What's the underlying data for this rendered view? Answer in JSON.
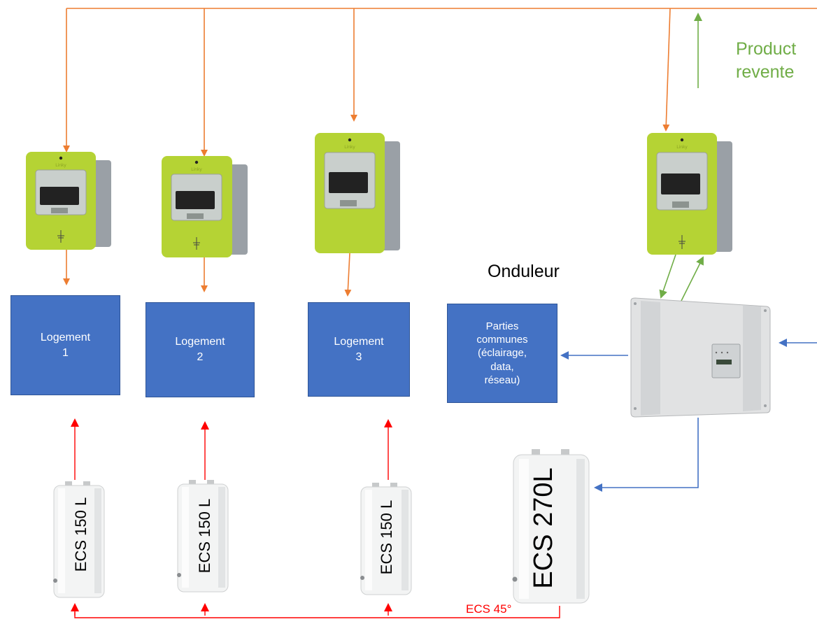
{
  "colors": {
    "grid_line": "#ed7d31",
    "production_line": "#70ad47",
    "power_line": "#4472c4",
    "hot_water_line": "#ff0000",
    "box_fill": "#4472c4",
    "meter_body": "#b5d334"
  },
  "labels": {
    "production": "Product\nrevente",
    "inverter": "Onduleur",
    "hot_water": "ECS 45°"
  },
  "units": [
    {
      "label": "Logement\n1"
    },
    {
      "label": "Logement\n2"
    },
    {
      "label": "Logement\n3"
    }
  ],
  "common_areas": {
    "label": "Parties\ncommunes\n(éclairage,\ndata,\nréseau)"
  },
  "tanks": [
    {
      "label": "ECS 150 L"
    },
    {
      "label": "ECS 150 L"
    },
    {
      "label": "ECS 150 L"
    },
    {
      "label": "ECS 270L"
    }
  ],
  "meters": [
    {
      "brand": "Linky"
    },
    {
      "brand": "Linky"
    },
    {
      "brand": "Linky"
    },
    {
      "brand": "Linky"
    }
  ]
}
